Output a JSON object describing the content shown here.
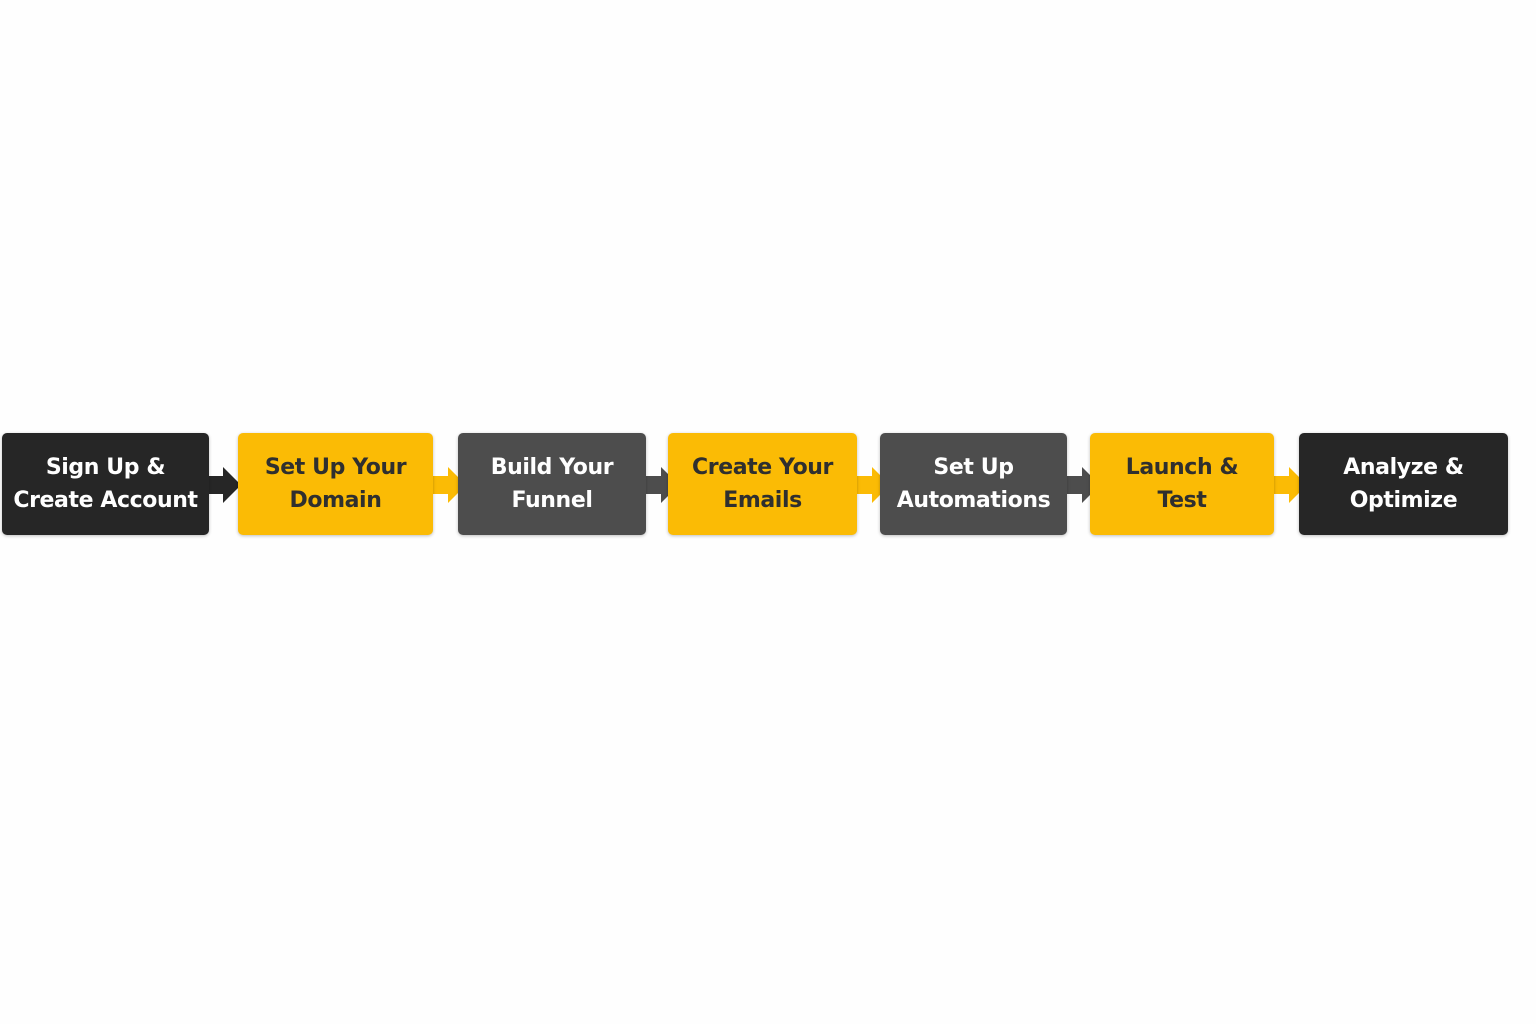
{
  "colors": {
    "black": "#262626",
    "gray": "#4d4d4d",
    "yellow": "#fbbb05",
    "text_light": "#ffffff",
    "text_dark": "#2f2f2f"
  },
  "steps": [
    {
      "label": "Sign Up &\nCreate Account",
      "style": "black"
    },
    {
      "label": "Set Up Your\nDomain",
      "style": "yellow"
    },
    {
      "label": "Build Your\nFunnel",
      "style": "gray"
    },
    {
      "label": "Create Your\nEmails",
      "style": "yellow"
    },
    {
      "label": "Set Up\nAutomations",
      "style": "gray"
    },
    {
      "label": "Launch &\nTest",
      "style": "yellow"
    },
    {
      "label": "Analyze &\nOptimize",
      "style": "black"
    }
  ]
}
